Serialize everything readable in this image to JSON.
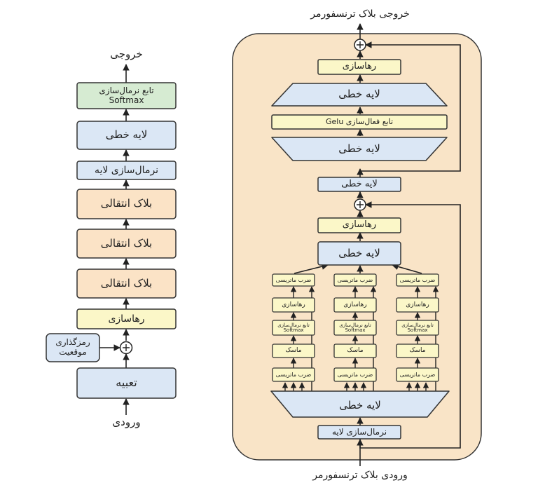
{
  "colors": {
    "blue": "#dbe7f5",
    "yellow": "#fbf7c8",
    "orange": "#fbe3c6",
    "green": "#d6ebd2",
    "panel": "#f9e4c7",
    "stroke": "#333333"
  },
  "left": {
    "output": "خروجی",
    "softmax_line1": "تابع نرمال‌سازی",
    "softmax_line2": "Softmax",
    "linear": "لایه خطی",
    "layer_norm": "نرمال‌سازی لایه",
    "transformer_blocks": [
      "بلاک انتقالی",
      "بلاک انتقالی",
      "بلاک انتقالی"
    ],
    "dropout": "رهاسازی",
    "pos_enc_line1": "رمزگذاری",
    "pos_enc_line2": "موقعیت",
    "embedding": "تعبیه",
    "input": "ورودی"
  },
  "right": {
    "output": "خروجی بلاک ترنسفورمر",
    "input": "ورودی بلاک ترنسفورمر",
    "mlp_dropout": "رهاسازی",
    "mlp_linear_top": "لایه خطی",
    "gelu": "تابع فعال‌سازی Gelu",
    "mlp_linear_bottom": "لایه خطی",
    "mid_linear": "لایه خطی",
    "attn_dropout": "رهاسازی",
    "attn_linear": "لایه خطی",
    "head": {
      "matmul_top": "ضرب ماتریسی",
      "dropout": "رهاسازی",
      "softmax_line1": "تابع نرمال‌سازی",
      "softmax_line2": "Softmax",
      "mask": "ماسک",
      "matmul_bottom": "ضرب ماتریسی"
    },
    "split_linear": "لایه خطی",
    "layer_norm": "نرمال‌سازی لایه"
  }
}
